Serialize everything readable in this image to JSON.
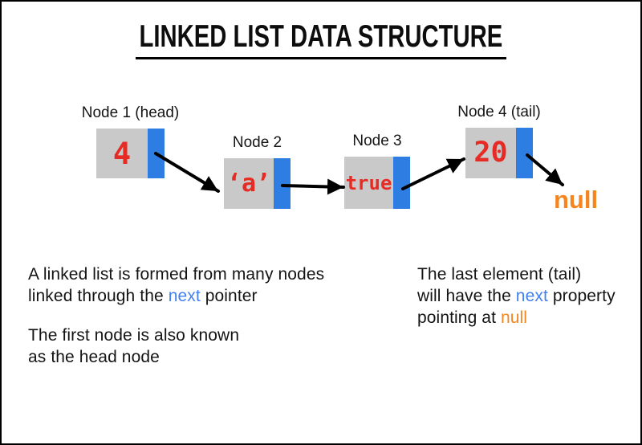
{
  "title": "LINKED LIST DATA STRUCTURE",
  "colors": {
    "node_gray": "#c9c9c9",
    "pointer_blue": "#2e7de2",
    "value_red": "#e62b24",
    "null_orange": "#f5861f",
    "text_blue_highlight": "#4181f2",
    "text_black": "#141414"
  },
  "nodes": [
    {
      "label": "Node 1 (head)",
      "value": "4"
    },
    {
      "label": "Node 2",
      "value": "‘a’"
    },
    {
      "label": "Node 3",
      "value": "true"
    },
    {
      "label": "Node 4 (tail)",
      "value": "20"
    }
  ],
  "null_label": "null",
  "notes": {
    "left_top": {
      "line1": "A linked list is formed from many nodes",
      "line2_pre": "linked through the ",
      "line2_highlight": "next",
      "line2_post": " pointer"
    },
    "left_bottom": {
      "line1": "The first node is also known",
      "line2": "as the head node"
    },
    "right": {
      "line1": "The last element (tail)",
      "line2_pre": "will have the ",
      "line2_highlight": "next",
      "line2_post": " property",
      "line3_pre": "pointing at ",
      "line3_highlight": "null"
    }
  }
}
